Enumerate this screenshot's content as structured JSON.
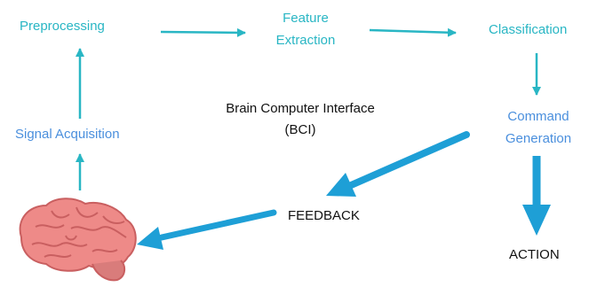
{
  "diagram": {
    "nodes": {
      "preprocessing": "Preprocessing",
      "feature_line1": "Feature",
      "feature_line2": "Extraction",
      "classification": "Classification",
      "command_line1": "Command",
      "command_line2": "Generation",
      "signal_acquisition": "Signal Acquisition",
      "title_line1": "Brain Computer Interface",
      "title_line2": "(BCI)",
      "feedback": "FEEDBACK",
      "action": "ACTION"
    },
    "colors": {
      "teal": "#29B6C4",
      "blue": "#4A8FDD",
      "feedback_arrow": "#1E9FD6",
      "text_dark": "#111111",
      "brain": "#EE8A88",
      "brain_fold": "#C95F60"
    },
    "icons": [
      "brain-icon"
    ]
  }
}
